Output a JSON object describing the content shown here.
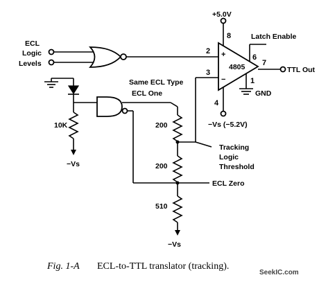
{
  "labels": {
    "supply_pos": "+5.0V",
    "pin8": "8",
    "latch_enable": "Latch Enable",
    "pin6": "6",
    "pin2": "2",
    "pin3": "3",
    "plus": "+",
    "minus": "−",
    "chip": "4805",
    "pin7": "7",
    "ttl_out": "TTL Out",
    "pin1": "1",
    "gnd": "GND",
    "pin4": "4",
    "supply_neg": "−Vs (−5.2V)",
    "ecl_line1": "ECL",
    "ecl_line2": "Logic",
    "ecl_line3": "Levels",
    "same_ecl": "Same ECL Type",
    "ecl_one": "ECL One",
    "r_10k": "10K",
    "vs_left": "−Vs",
    "r_200a": "200",
    "r_200b": "200",
    "tracking1": "Tracking",
    "tracking2": "Logic",
    "tracking3": "Threshold",
    "ecl_zero": "ECL Zero",
    "r_510": "510",
    "vs_bottom": "−Vs"
  },
  "caption": {
    "fig": "Fig. 1-A",
    "text": "ECL-to-TTL translator (tracking)."
  },
  "watermark": "SeekIC.com"
}
